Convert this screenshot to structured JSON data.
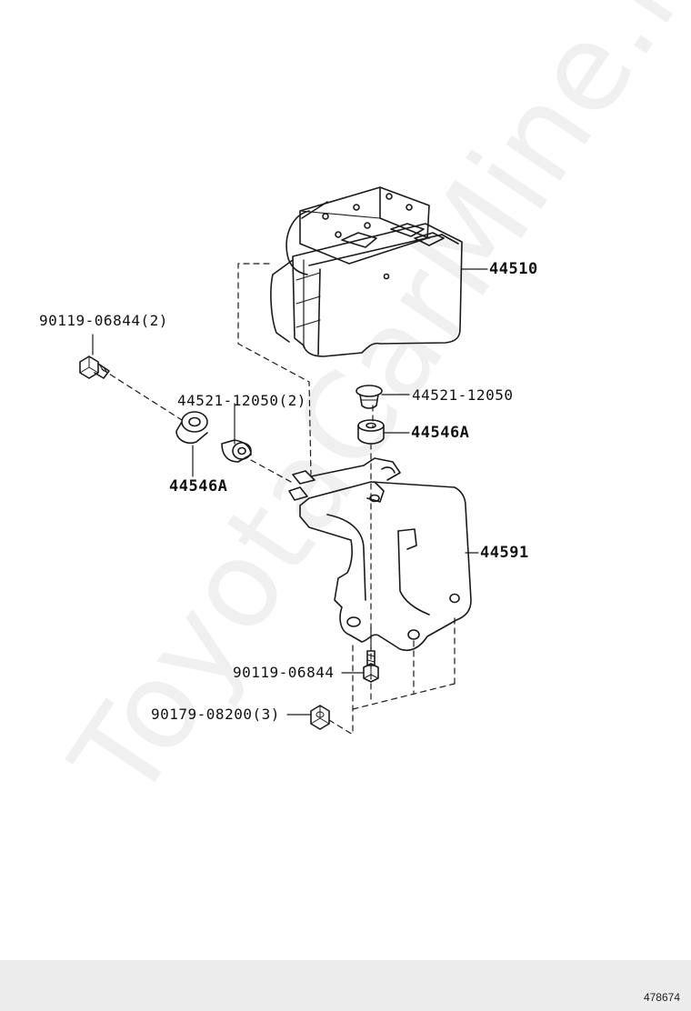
{
  "watermark": "ToyotaCarMine.ru",
  "labels": {
    "actuator": "44510",
    "screw_top_left": "90119-06844(2)",
    "collar_pair": "44521-12050(2)",
    "cushion_left": "44546A",
    "collar_single": "44521-12050",
    "cushion_right": "44546A",
    "bracket": "44591",
    "screw_bottom": "90119-06844",
    "nut": "90179-08200(3)"
  },
  "footer": {
    "diagram_id": "478674"
  },
  "colors": {
    "line": "#1a1a1a",
    "footer_bg": "#ececec",
    "background": "#ffffff"
  }
}
